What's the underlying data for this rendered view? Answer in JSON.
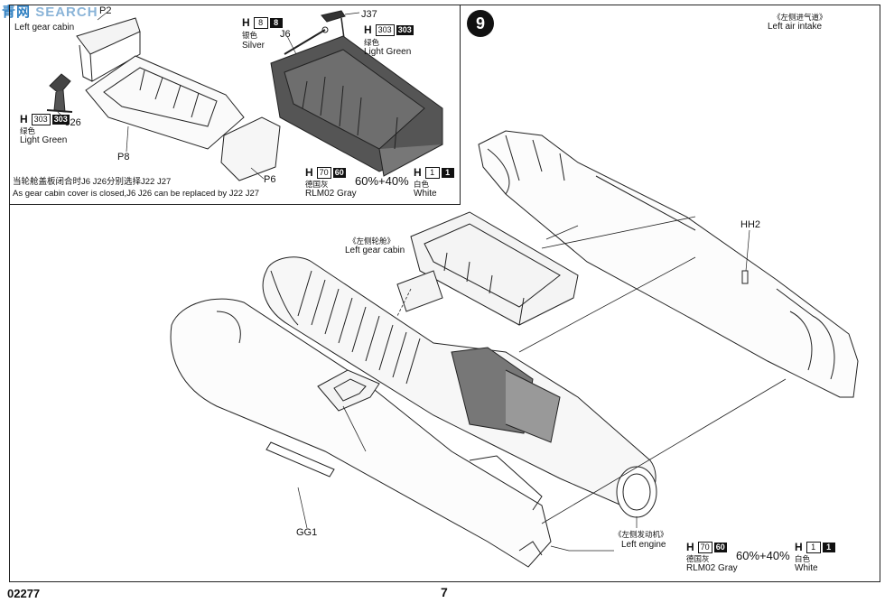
{
  "watermark": {
    "brand_cn": "青",
    "brand_mid": "网",
    "brand_en": "SEARCH"
  },
  "page": {
    "code": "02277",
    "number": "7"
  },
  "step": {
    "number": "9"
  },
  "inset": {
    "part_p2": "P2",
    "left_gear_cabin_partial": "Left gear cabin",
    "j37": "J37",
    "j6": "J6",
    "j26": "J26",
    "p8": "P8",
    "p6": "P6",
    "paint_j6": {
      "h": "H",
      "code": "8",
      "code_dark": "8",
      "cn": "银色",
      "en": "Silver"
    },
    "paint_j37": {
      "h": "H",
      "code": "303",
      "code_dark": "303",
      "cn": "绿色",
      "en": "Light Green"
    },
    "paint_j26": {
      "h": "H",
      "code": "303",
      "code_dark": "303",
      "cn": "绿色",
      "en": "Light Green"
    },
    "paint_gray": {
      "h": "H",
      "code": "70",
      "code_dark": "60",
      "cn": "德国灰",
      "en": "RLM02 Gray"
    },
    "ratio": "60%+40%",
    "paint_white": {
      "h": "H",
      "code": "1",
      "code_dark": "1",
      "cn": "白色",
      "en": "White"
    },
    "note_cn": "当轮舱盖板闭合时J6 J26分别选择J22 J27",
    "note_en": "As gear cabin cover is closed,J6 J26 can be replaced by J22 J27"
  },
  "main": {
    "left_air_intake_cn": "《左侧进气道》",
    "left_air_intake_en": "Left air intake",
    "hh2": "HH2",
    "left_gear_cabin_cn": "《左侧轮舱》",
    "left_gear_cabin_en": "Left gear cabin",
    "gg1": "GG1",
    "left_engine_cn": "《左侧发动机》",
    "left_engine_en": "Left engine",
    "paint_gray": {
      "h": "H",
      "code": "70",
      "code_dark": "60",
      "cn": "德国灰",
      "en": "RLM02 Gray"
    },
    "ratio": "60%+40%",
    "paint_white": {
      "h": "H",
      "code": "1",
      "code_dark": "1",
      "cn": "白色",
      "en": "White"
    }
  }
}
